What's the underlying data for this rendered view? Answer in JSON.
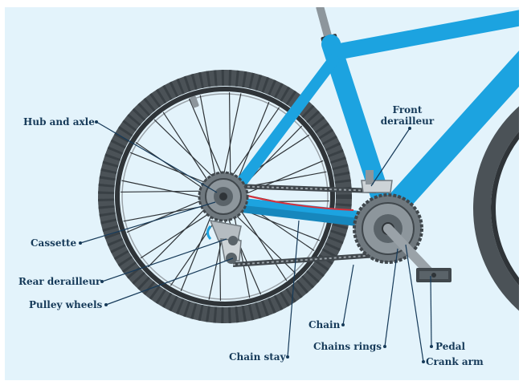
{
  "diagram": {
    "labels": {
      "hub_and_axle": "Hub and axle",
      "front_derailleur_line1": "Front",
      "front_derailleur_line2": "derailleur",
      "cassette": "Cassette",
      "rear_derailleur": "Rear derailleur",
      "pulley_wheels": "Pulley wheels",
      "chain": "Chain",
      "chain_stay": "Chain stay",
      "chains_rings": "Chains rings",
      "pedal": "Pedal",
      "crank_arm": "Crank arm"
    },
    "colors": {
      "background": "#e3f3fb",
      "frame": "#1ca3e0",
      "frame_shadow": "#1687bd",
      "tire": "#4b5257",
      "rim": "#2f3438",
      "spoke": "#2f3438",
      "chain": "#40474c",
      "metal": "#7c858b",
      "leader_line": "#163a59",
      "label_text": "#163a59",
      "cable": "#d8303a"
    }
  }
}
